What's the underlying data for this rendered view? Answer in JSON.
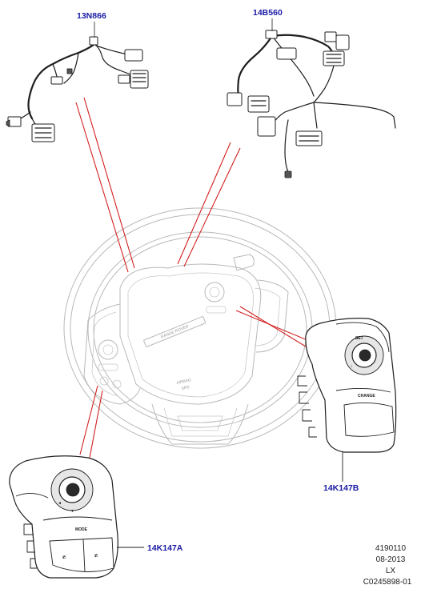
{
  "parts": {
    "harness_main": "13N866",
    "harness_clockspring": "14B560",
    "switch_right": "14K147B",
    "switch_left": "14K147A"
  },
  "wheel_markings": {
    "badge": "RANGE ROVER",
    "airbag": "AIRBAG",
    "airbag_sub": "SRS"
  },
  "switch_markings": {
    "right_mode": "CHANGE",
    "right_set": "SET",
    "left_mode": "MODE"
  },
  "reference": {
    "figure_number": "4190110",
    "date": "08-2013",
    "model": "LX",
    "illustration_code": "C0245898-01"
  },
  "colors": {
    "label_blue": "#1a1aa6",
    "pointer_red": "#d42020"
  }
}
